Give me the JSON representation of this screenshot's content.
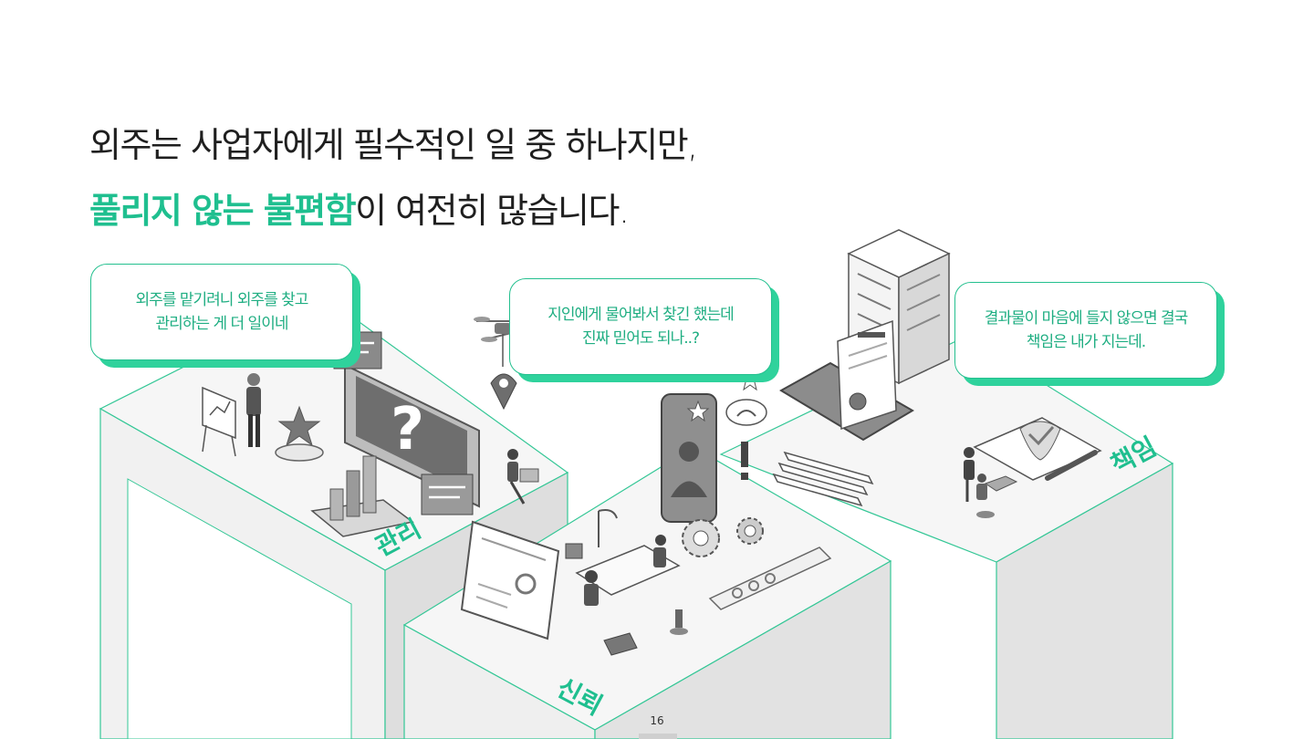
{
  "headline": {
    "line1": "외주는 사업자에게 필수적인 일 중 하나지만,",
    "line2_highlight": "풀리지 않는 불편함",
    "line2_rest": "이 여전히 많습니다."
  },
  "bubbles": [
    {
      "line1": "외주를 맡기려니 외주를 찾고",
      "line2": "관리하는 게 더 일이네"
    },
    {
      "line1": "지인에게 물어봐서 찾긴 했는데",
      "line2": "진짜 믿어도 되나..?"
    },
    {
      "line1": "결과물이 마음에 들지 않으면 결국",
      "line2": "책임은 내가 지는데."
    }
  ],
  "pillars": {
    "left_label": "관리",
    "middle_label": "신뢰",
    "right_label": "책임"
  },
  "page_number": "16",
  "colors": {
    "accent": "#1fbf8f",
    "accent_shadow": "#2fd29c",
    "pillar_light": "#f4f4f4",
    "pillar_dark": "#e2e2e2",
    "text": "#1f1f1f"
  }
}
